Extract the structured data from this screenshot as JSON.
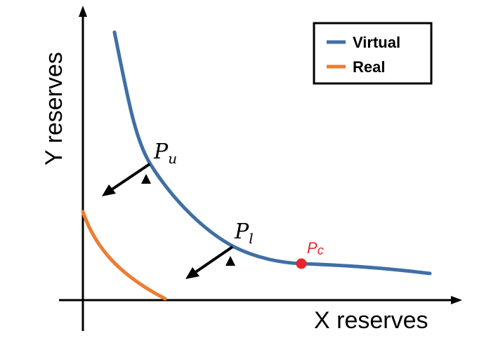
{
  "axes": {
    "x_label": "X reserves",
    "y_label": "Y reserves"
  },
  "legend": {
    "items": [
      {
        "label": "Virtual",
        "color": "#3f6fa5"
      },
      {
        "label": "Real",
        "color": "#ec7d32"
      }
    ]
  },
  "points": {
    "upper": {
      "base": "P",
      "sub": "u"
    },
    "lower": {
      "base": "P",
      "sub": "l"
    },
    "center": {
      "base": "P",
      "sub": "c",
      "color": "#e8252b"
    }
  },
  "colors": {
    "axis": "#000000",
    "arrow": "#000000"
  }
}
